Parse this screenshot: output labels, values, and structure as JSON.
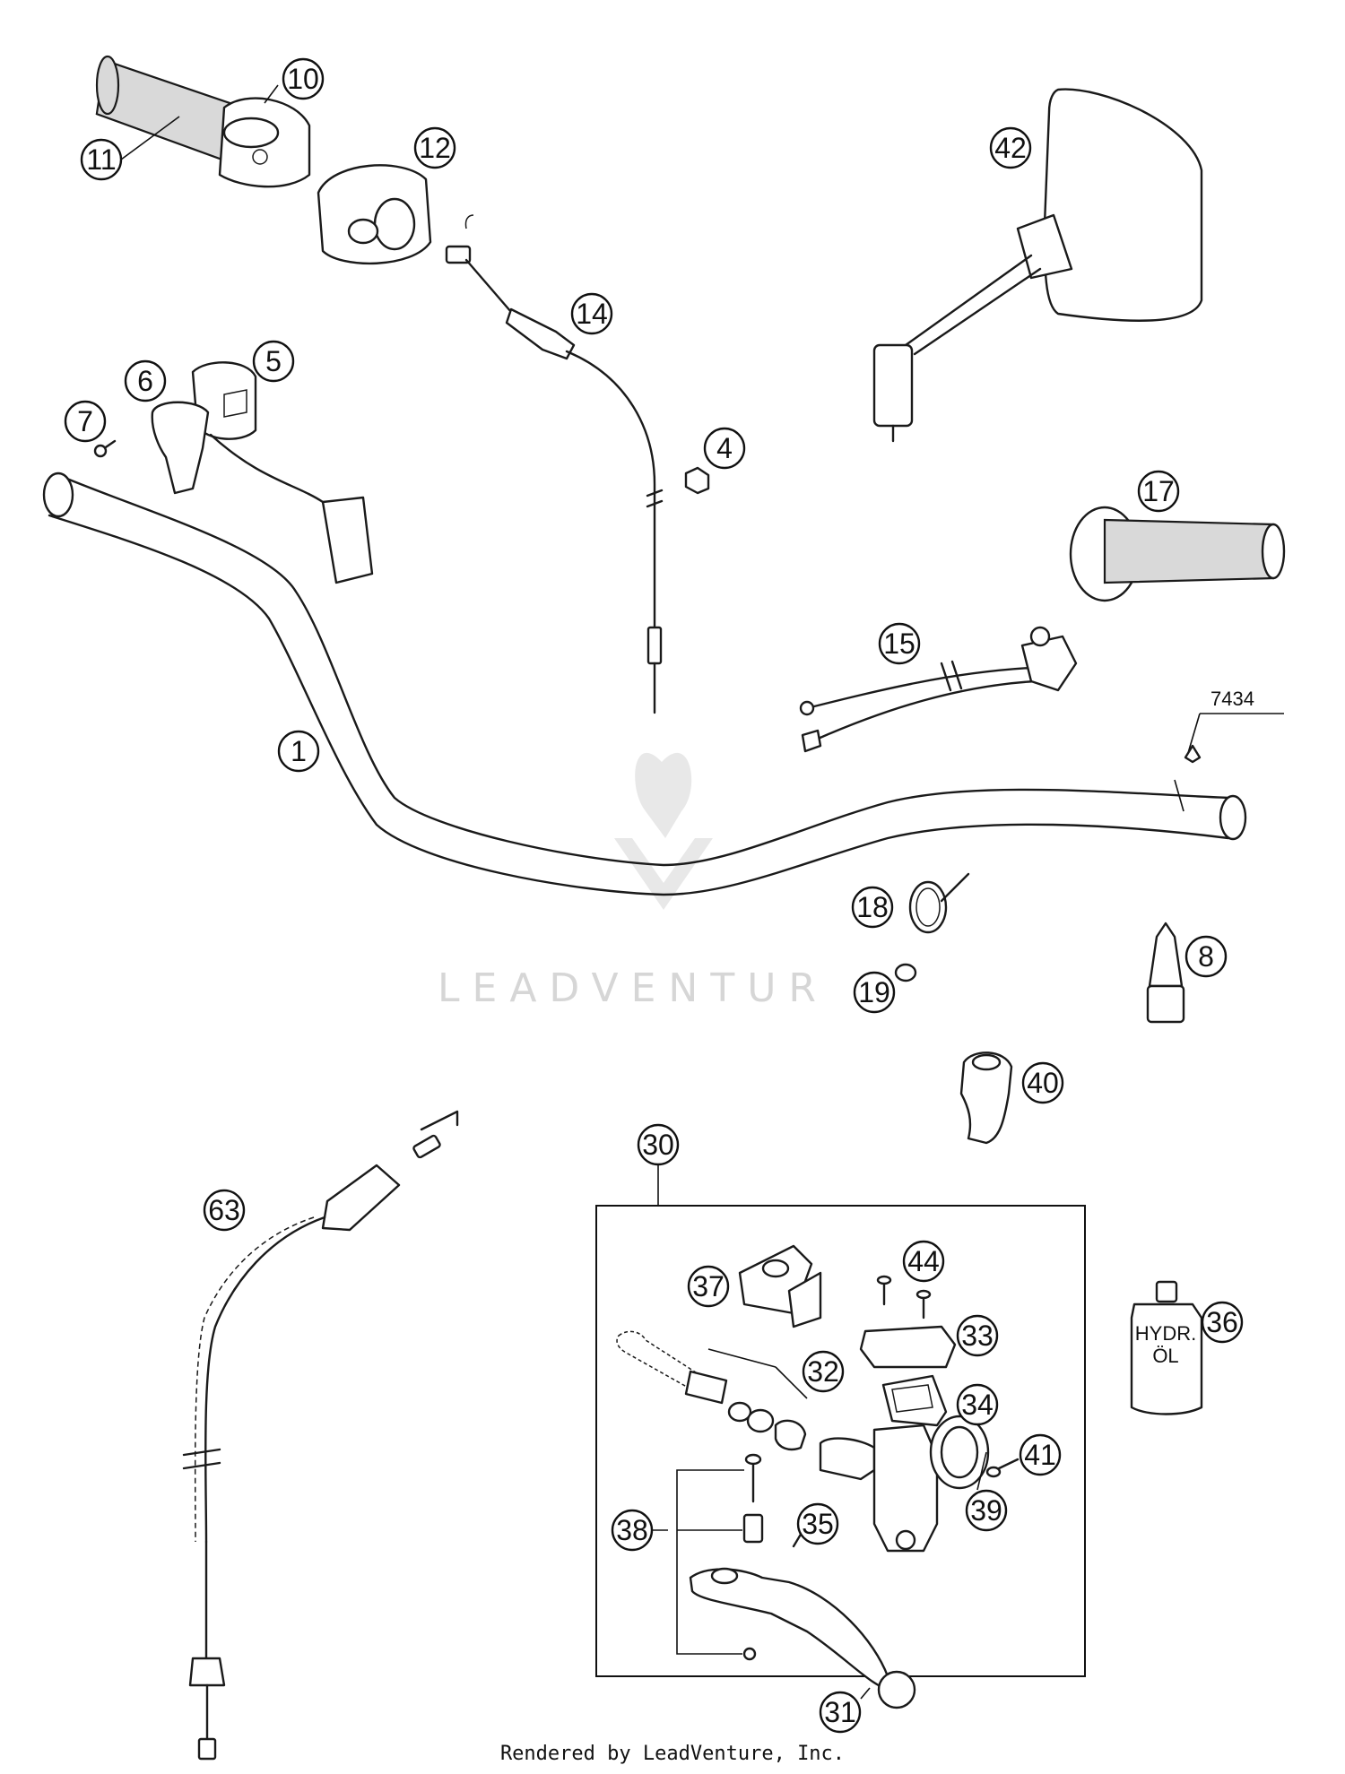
{
  "parts": [
    {
      "id": "label-1",
      "label": "1"
    },
    {
      "id": "label-4",
      "label": "4"
    },
    {
      "id": "label-5",
      "label": "5"
    },
    {
      "id": "label-6",
      "label": "6"
    },
    {
      "id": "label-7",
      "label": "7"
    },
    {
      "id": "label-8",
      "label": "8"
    },
    {
      "id": "label-10",
      "label": "10"
    },
    {
      "id": "label-11",
      "label": "11"
    },
    {
      "id": "label-12",
      "label": "12"
    },
    {
      "id": "label-14",
      "label": "14"
    },
    {
      "id": "label-15",
      "label": "15"
    },
    {
      "id": "label-17",
      "label": "17"
    },
    {
      "id": "label-18",
      "label": "18"
    },
    {
      "id": "label-19",
      "label": "19"
    },
    {
      "id": "label-30",
      "label": "30"
    },
    {
      "id": "label-31",
      "label": "31"
    },
    {
      "id": "label-32",
      "label": "32"
    },
    {
      "id": "label-33",
      "label": "33"
    },
    {
      "id": "label-34",
      "label": "34"
    },
    {
      "id": "label-35",
      "label": "35"
    },
    {
      "id": "label-36",
      "label": "36"
    },
    {
      "id": "label-37",
      "label": "37"
    },
    {
      "id": "label-38",
      "label": "38"
    },
    {
      "id": "label-39",
      "label": "39"
    },
    {
      "id": "label-40",
      "label": "40"
    },
    {
      "id": "label-41",
      "label": "41"
    },
    {
      "id": "label-42",
      "label": "42"
    },
    {
      "id": "label-44",
      "label": "44"
    },
    {
      "id": "label-63",
      "label": "63"
    }
  ],
  "reference_number": "7434",
  "bottle_text": {
    "line1": "HYDR.",
    "line2": "ÖL"
  },
  "watermark": {
    "text": "LEADVENTURE",
    "visible_text": "LEADVENTUR"
  },
  "footer": "Rendered by LeadVenture, Inc."
}
